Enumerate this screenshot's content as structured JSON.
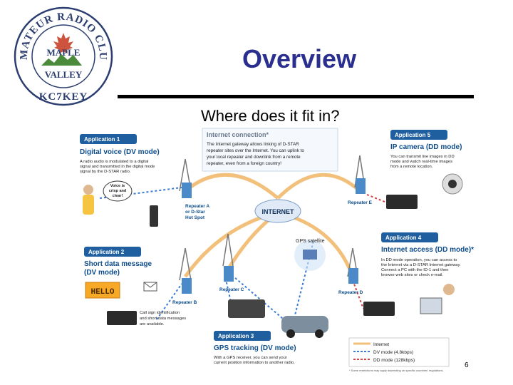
{
  "logo": {
    "top_text": "AMATEUR RADIO CLUB",
    "maple": "MAPLE",
    "valley": "VALLEY",
    "callsign": "KC7KEY"
  },
  "slide": {
    "title": "Overview",
    "subtitle": "Where does it fit in?",
    "page_number": "6"
  },
  "diagram": {
    "internet_label": "INTERNET",
    "gps_label": "GPS satellite",
    "internet_connection": {
      "title": "Internet connection*",
      "body": [
        "The Internet gateway allows linking of D-STAR",
        "repeater sites over the Internet. You can uplink to",
        "your local repeater and downlink from a remote",
        "repeater, even from a foreign country!"
      ]
    },
    "app1": {
      "tag": "Application 1",
      "title": "Digital voice (DV mode)",
      "body": [
        "A radio audio is modulated to a digital",
        "signal and transmitted in the digital mode",
        "signal by the D-STAR radio."
      ],
      "bubble": [
        "Voice is",
        "crisp and",
        "clear!"
      ]
    },
    "app2": {
      "tag": "Application 2",
      "title": [
        "Short data message",
        "(DV mode)"
      ],
      "display": "HELLO",
      "body": [
        "Call sign identification",
        "and short data messages",
        "are available."
      ]
    },
    "app3": {
      "tag": "Application 3",
      "title": "GPS tracking (DV mode)",
      "body": [
        "With a GPS receiver, you can send your",
        "current position information to another radio."
      ]
    },
    "app4": {
      "tag": "Application 4",
      "title": "Internet access (DD mode)*",
      "body": [
        "In DD mode operation, you can access to",
        "the Internet via a D-STAR Internet gateway.",
        "Connect a PC with the ID-1 and then",
        "browse web sites or check e-mail."
      ]
    },
    "app5": {
      "tag": "Application 5",
      "title": "IP camera (DD mode)",
      "body": [
        "You can transmit live images in DD",
        "mode and watch real-time images",
        "from a remote location."
      ]
    },
    "repeaters": {
      "a": [
        "Repeater A",
        "or D-Star",
        "Hot Spot"
      ],
      "b": "Repeater B",
      "c": "Repeater C",
      "d": "Repeater D",
      "e": "Repeater E"
    },
    "legend": {
      "internet": "Internet",
      "dv": "DV mode (4.8kbps)",
      "dd": "DD mode (128kbps)"
    },
    "footnote": "* Some restrictions may apply depending on specific countries' regulations."
  },
  "colors": {
    "title": "#2a2f8f",
    "card_title": "#0e4d8c",
    "tag_bg": "#1f5fa0",
    "internet_line": "#f2c07a",
    "dv_line": "#3a7bd5",
    "dd_line": "#d94040"
  }
}
